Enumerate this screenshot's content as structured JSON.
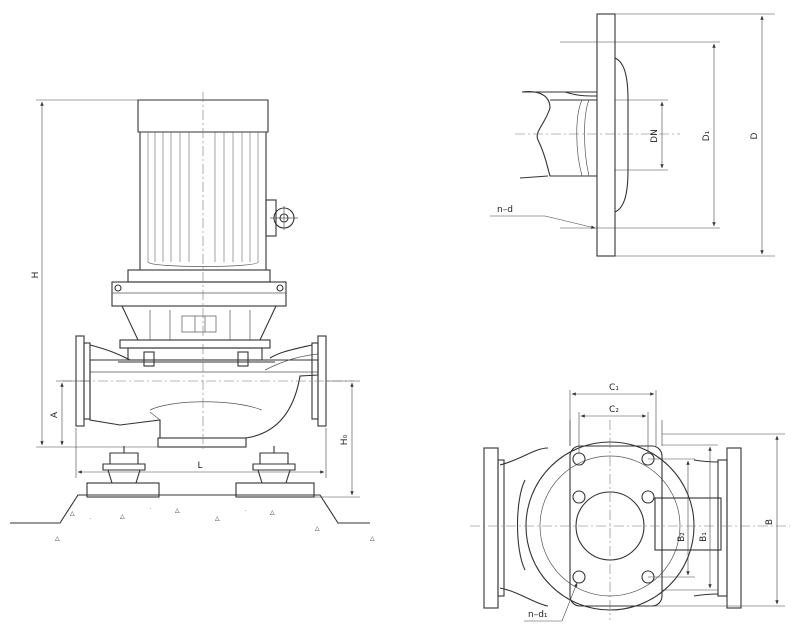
{
  "side_view": {
    "labels": {
      "H": "H",
      "A": "A",
      "H0": "H₀",
      "L": "L"
    }
  },
  "flange_detail": {
    "labels": {
      "DN": "DN",
      "D1": "D₁",
      "D": "D",
      "n_d": "n–d"
    }
  },
  "top_view": {
    "labels": {
      "C1": "C₁",
      "C2": "C₂",
      "B": "B",
      "B1": "B₁",
      "B2": "B₂",
      "n_d1": "n–d₁"
    }
  },
  "colors": {
    "line": "#333333",
    "background": "#ffffff"
  }
}
